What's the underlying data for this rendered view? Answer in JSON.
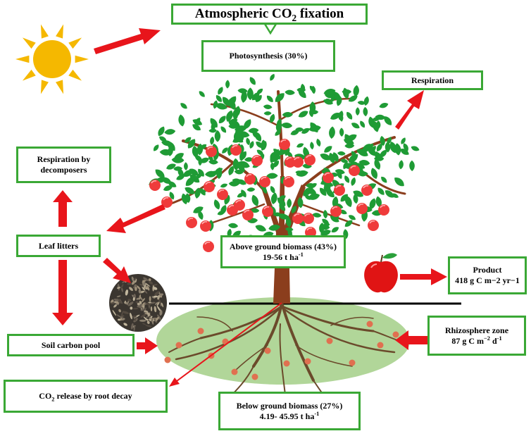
{
  "title": {
    "main": "Atmospheric CO",
    "sub": "2",
    "rest": " fixation"
  },
  "photosynthesis": "Photosynthesis (30%)",
  "respiration": "Respiration",
  "respiration_decomposers": {
    "line1": "Respiration by",
    "line2": "decomposers"
  },
  "leaf_litters": "Leaf litters",
  "above_ground": {
    "line1": "Above ground  biomass (43%)",
    "line2_value": "19-56 t ha",
    "line2_sup": "-1"
  },
  "product": {
    "line1": "Product",
    "line2": "418  g C m−2 yr−1"
  },
  "soil_carbon_pool": "Soil carbon pool",
  "rhizosphere": {
    "line1": "Rhizosphere zone",
    "line2_value": "87 g C m",
    "line2_sup1": "−2",
    "line2_mid": " d",
    "line2_sup2": "-1"
  },
  "co2_release": {
    "pre": "CO",
    "sub": "2",
    "post": " release by root decay"
  },
  "below_ground": {
    "line1": "Below ground biomass (27%)",
    "line2_value": "4.19- 45.95 t ha",
    "line2_sup": "-1"
  },
  "colors": {
    "box_border": "#3aa835",
    "arrow": "#e8151b",
    "leaf": "#1f9b35",
    "fruit": "#ef3b3b",
    "trunk": "#8b3e1d",
    "root": "#6b4a2b",
    "soil": "#a9d18e",
    "sun": "#f5b800"
  }
}
